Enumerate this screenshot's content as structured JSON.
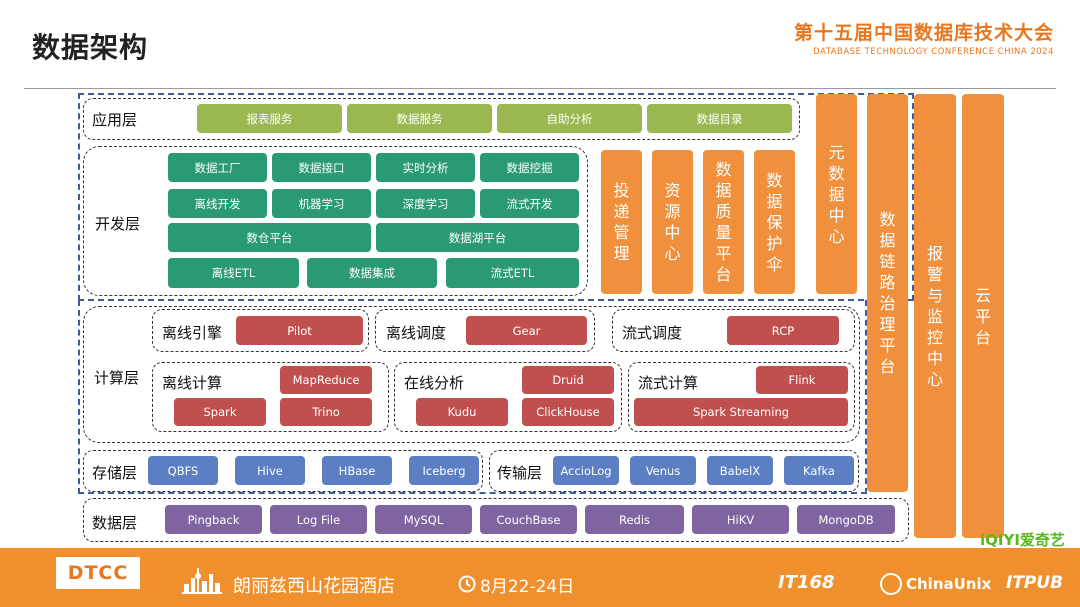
{
  "header": {
    "title": "数据架构",
    "conference_title": "第十五届中国数据库技术大会",
    "conference_subtitle": "DATABASE TECHNOLOGY CONFERENCE CHINA 2024"
  },
  "layers": {
    "application": {
      "label": "应用层",
      "items": [
        "报表服务",
        "数据服务",
        "自助分析",
        "数据目录"
      ]
    },
    "development": {
      "label": "开发层",
      "row1": [
        "数据工厂",
        "数据接口",
        "实时分析",
        "数据挖掘"
      ],
      "row2": [
        "离线开发",
        "机器学习",
        "深度学习",
        "流式开发"
      ],
      "row3": [
        "数仓平台",
        "数据湖平台"
      ],
      "row4": [
        "离线ETL",
        "数据集成",
        "流式ETL"
      ]
    },
    "compute": {
      "label": "计算层",
      "offline_engine": {
        "label": "离线引擎",
        "items": [
          "Pilot"
        ]
      },
      "offline_schedule": {
        "label": "离线调度",
        "items": [
          "Gear"
        ]
      },
      "stream_schedule": {
        "label": "流式调度",
        "items": [
          "RCP"
        ]
      },
      "offline_compute": {
        "label": "离线计算",
        "items": [
          "MapReduce",
          "Spark",
          "Trino"
        ]
      },
      "online_analysis": {
        "label": "在线分析",
        "items": [
          "Druid",
          "Kudu",
          "ClickHouse"
        ]
      },
      "stream_compute": {
        "label": "流式计算",
        "items": [
          "Flink",
          "Spark Streaming"
        ]
      }
    },
    "storage": {
      "label": "存储层",
      "items": [
        "QBFS",
        "Hive",
        "HBase",
        "Iceberg"
      ]
    },
    "transport": {
      "label": "传输层",
      "items": [
        "AccioLog",
        "Venus",
        "BabelX",
        "Kafka"
      ]
    },
    "data": {
      "label": "数据层",
      "items": [
        "Pingback",
        "Log File",
        "MySQL",
        "CouchBase",
        "Redis",
        "HiKV",
        "MongoDB"
      ]
    }
  },
  "side_columns": {
    "delivery": "投递管理",
    "resource": "资源中心",
    "quality": "数据质量平台",
    "protection": "数据保护伞",
    "metadata": "元数据中心",
    "lineage": "数据链路治理平台",
    "alarm": "报警与监控中心",
    "cloud": "云平台"
  },
  "footer": {
    "logo": "DTCC",
    "venue": "朗丽兹西山花园酒店",
    "dates": "8月22-24日",
    "partner1": "IT168",
    "partner2": "ChinaUnix",
    "partner3": "ITPUB",
    "sponsor": "iQIYI爱奇艺"
  },
  "colors": {
    "orange": "#f0903c",
    "green_light": "#9ab84f",
    "green_dark": "#2a9a72",
    "red": "#c0504d",
    "blue": "#5b7fc2",
    "purple": "#8064a2",
    "dash_blue": "#3d5a99"
  }
}
